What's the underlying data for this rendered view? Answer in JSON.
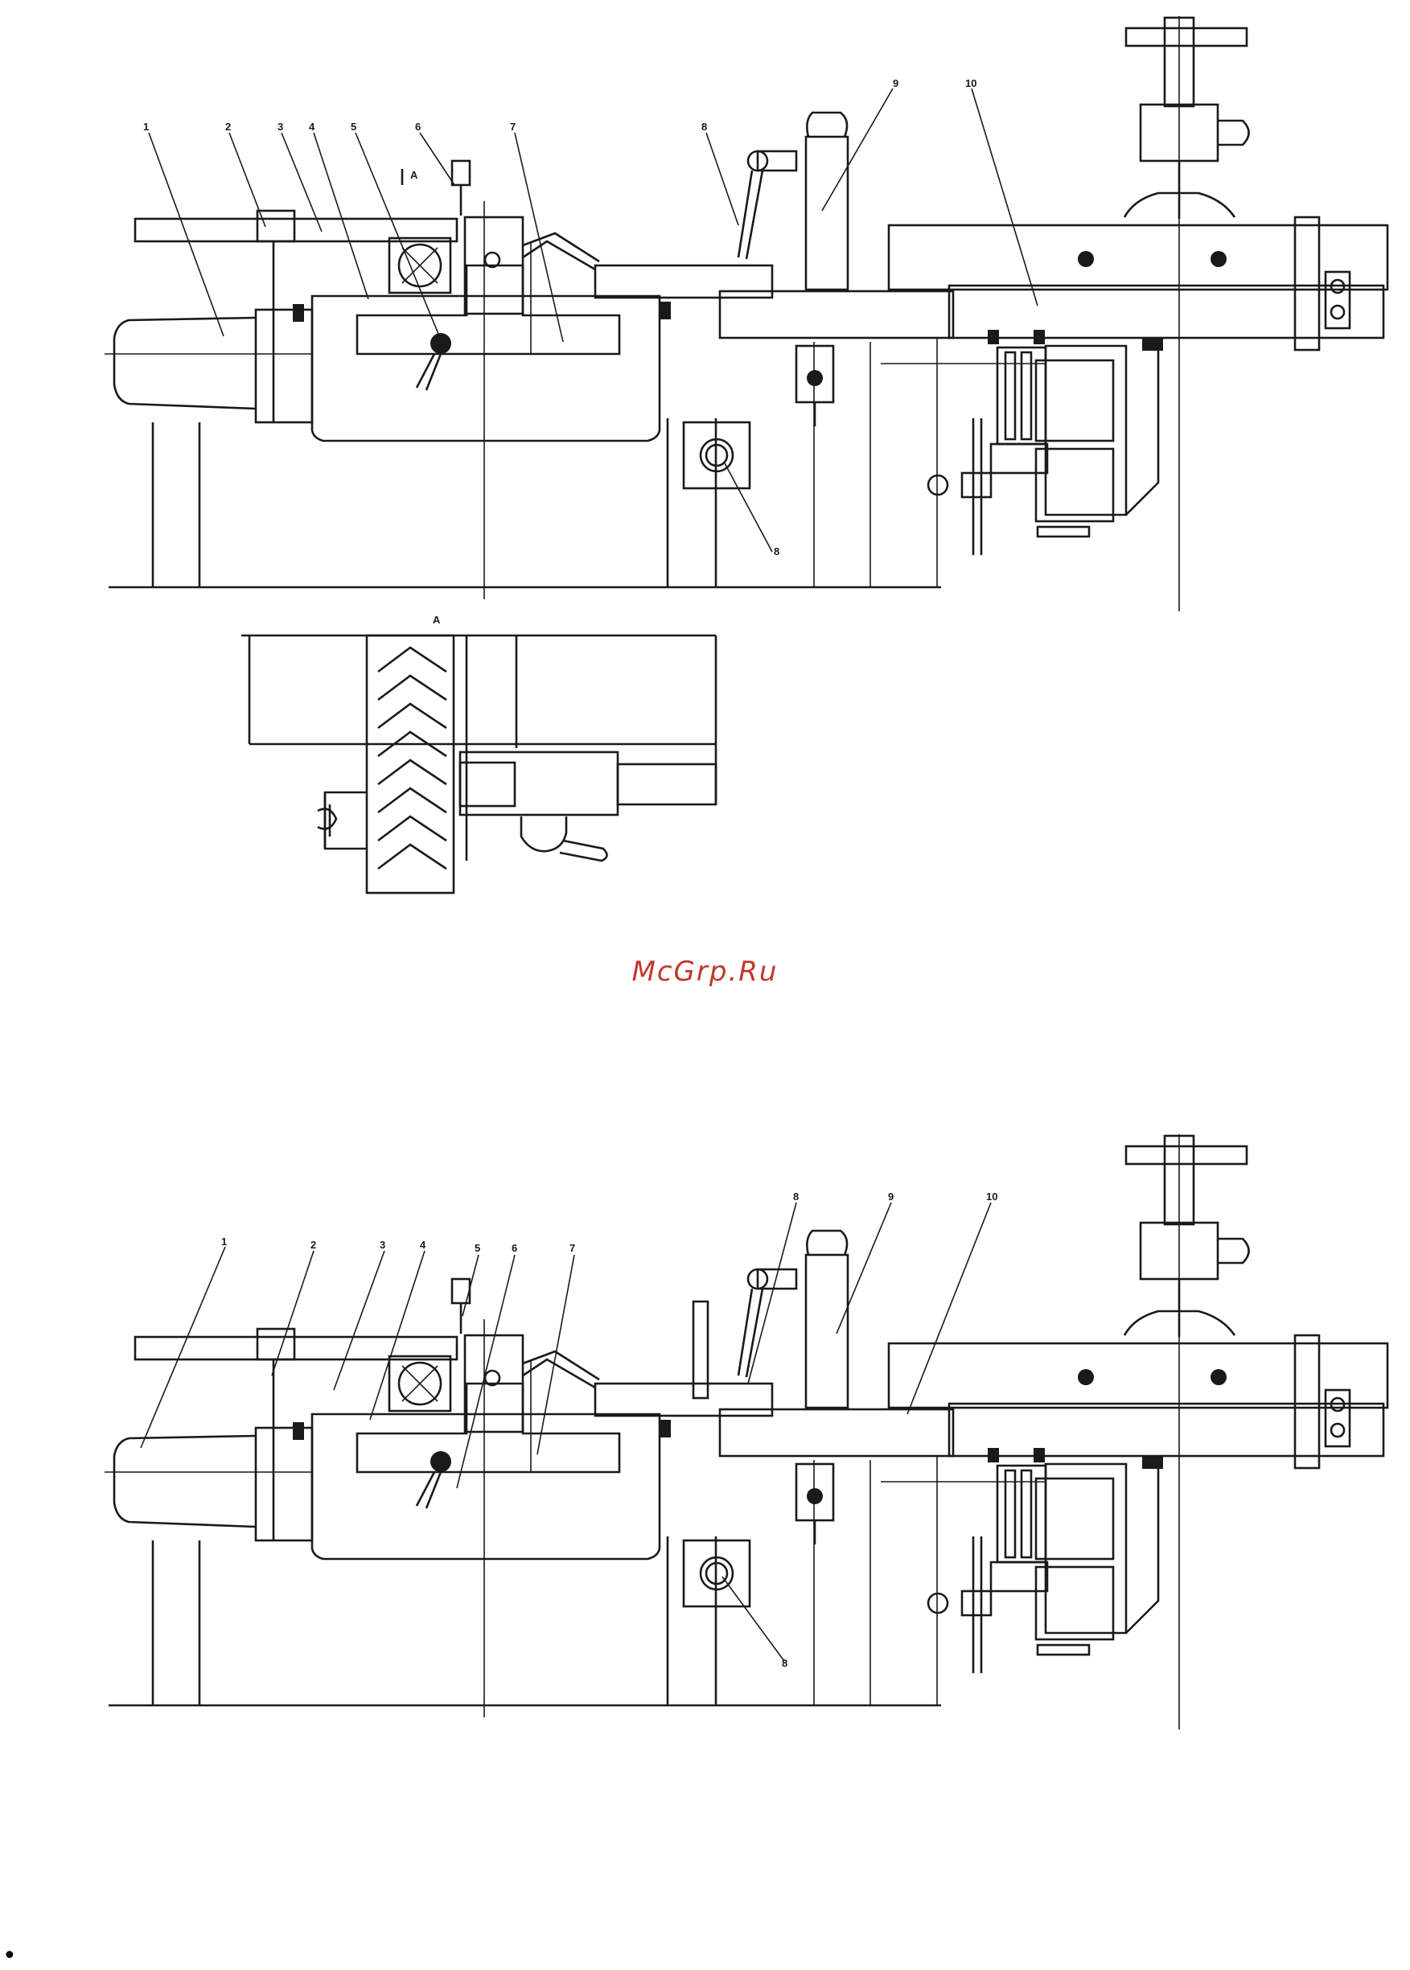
{
  "watermark": "McGrp.Ru",
  "bullet": "•",
  "top_view": {
    "part_labels": [
      "1",
      "2",
      "3",
      "4",
      "5",
      "6",
      "7",
      "8",
      "9",
      "10",
      "8"
    ],
    "section_mark": "A",
    "detail_label": "A"
  },
  "bottom_view": {
    "part_labels": [
      "1",
      "2",
      "3",
      "4",
      "5",
      "6",
      "7",
      "8",
      "9",
      "10",
      "8"
    ]
  }
}
